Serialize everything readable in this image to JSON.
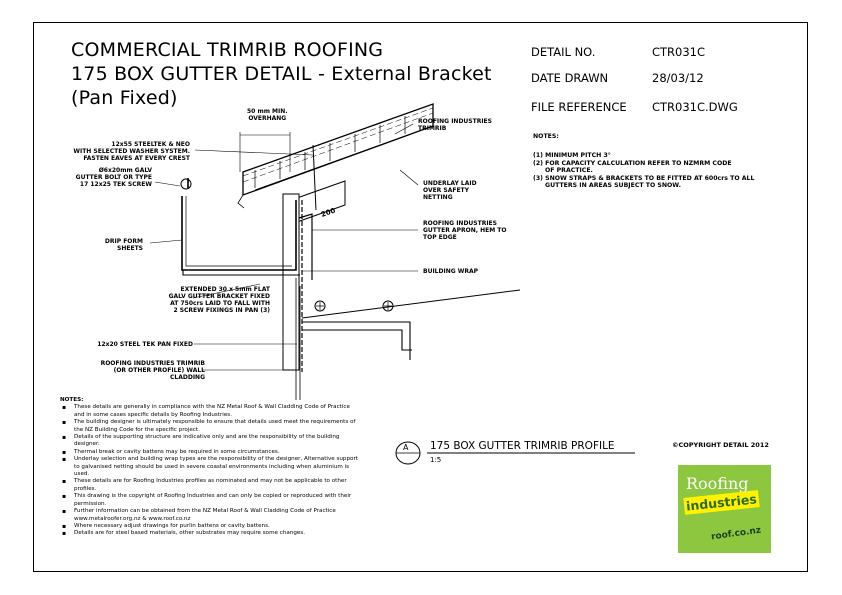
{
  "title": {
    "line1": "COMMERCIAL TRIMRIB ROOFING",
    "line2": "175 BOX GUTTER DETAIL - External Bracket",
    "line3": "(Pan Fixed)"
  },
  "meta": [
    {
      "key": "DETAIL NO.",
      "value": "CTR031C"
    },
    {
      "key": "DATE DRAWN",
      "value": "28/03/12"
    },
    {
      "key": "FILE REFERENCE",
      "value": "CTR031C.DWG"
    }
  ],
  "notes_right": {
    "heading": "NOTES:",
    "items": [
      "(1) MINIMUM PITCH 3°",
      "(2) FOR CAPACITY CALCULATION REFER TO NZMRM CODE",
      "     OF PRACTICE.",
      "(3) SNOW STRAPS & BRACKETS TO BE FITTED AT 600crs TO ALL",
      "     GUTTERS IN AREAS SUBJECT TO SNOW."
    ]
  },
  "labels": {
    "overhang": "50 mm MIN.\nOVERHANG",
    "roofing": "ROOFING INDUSTRIES\nTRIMRIB",
    "steeltek": "12x55 STEELTEK & NEO\nWITH SELECTED WASHER SYSTEM.\nFASTEN EAVES AT EVERY CREST",
    "bolt": "Ø6x20mm GALV\nGUTTER BOLT OR TYPE\n17 12x25 TEK SCREW",
    "underlay": "UNDERLAY LAID\nOVER SAFETY\nNETTING",
    "dim200": "200",
    "apron": "ROOFING INDUSTRIES\nGUTTER APRON, HEM TO\nTOP EDGE",
    "drip": "DRIP FORM\nSHEETS",
    "wrap": "BUILDING WRAP",
    "bracket": "EXTENDED 30 x 5mm FLAT\nGALV GUTTER BRACKET FIXED\nAT 750crs LAID TO FALL WITH\n2 SCREW FIXINGS IN PAN (3)",
    "tek": "12x20 STEEL TEK PAN FIXED",
    "cladding": "ROOFING INDUSTRIES TRIMRIB\n(OR OTHER PROFILE) WALL\nCLADDING"
  },
  "notes_bottom": {
    "heading": "NOTES:",
    "items": [
      "These details are generally in compliance with the NZ Metal Roof & Wall Cladding Code of Practice and in some cases specific details by Roofing Industries.",
      "The building designer is ultimately responsible to ensure that details used meet the requirements of the NZ Building Code for the specific project.",
      "Details of the supporting structure are indicative only and are the responsibility of the building designer.",
      "Thermal break or cavity battens may be required in some circumstances.",
      "Underlay selection and building wrap types are the responsibility of the designer, Alternative support to galvanised netting should be used in severe coastal environments including when aluminium is used.",
      "These details are for Roofing Industries profiles as nominated and may not be applicable to other profiles.",
      "This drawing is the copyright of Roofing Industries and can only be copied or reproduced with their permission.",
      "Further information can be obtained from the NZ Metal Roof & Wall Cladding Code of Practice www.metalroofer.org.nz & www.roof.co.nz",
      "Where necessary adjust drawings for purlin battens or cavity battens.",
      "Details are for steel based materials, other substrates may require some changes."
    ]
  },
  "profile": {
    "marker": "A",
    "title": "175 BOX GUTTER TRIMRIB PROFILE",
    "scale": "1:5"
  },
  "copyright": "©COPYRIGHT DETAIL 2012",
  "logo": {
    "word1": "Roofing",
    "word2": "industries",
    "word3": "roof.co.nz",
    "colors": {
      "green": "#8dc63f",
      "yellow": "#fff200",
      "dark_green": "#2d6a2a"
    }
  }
}
